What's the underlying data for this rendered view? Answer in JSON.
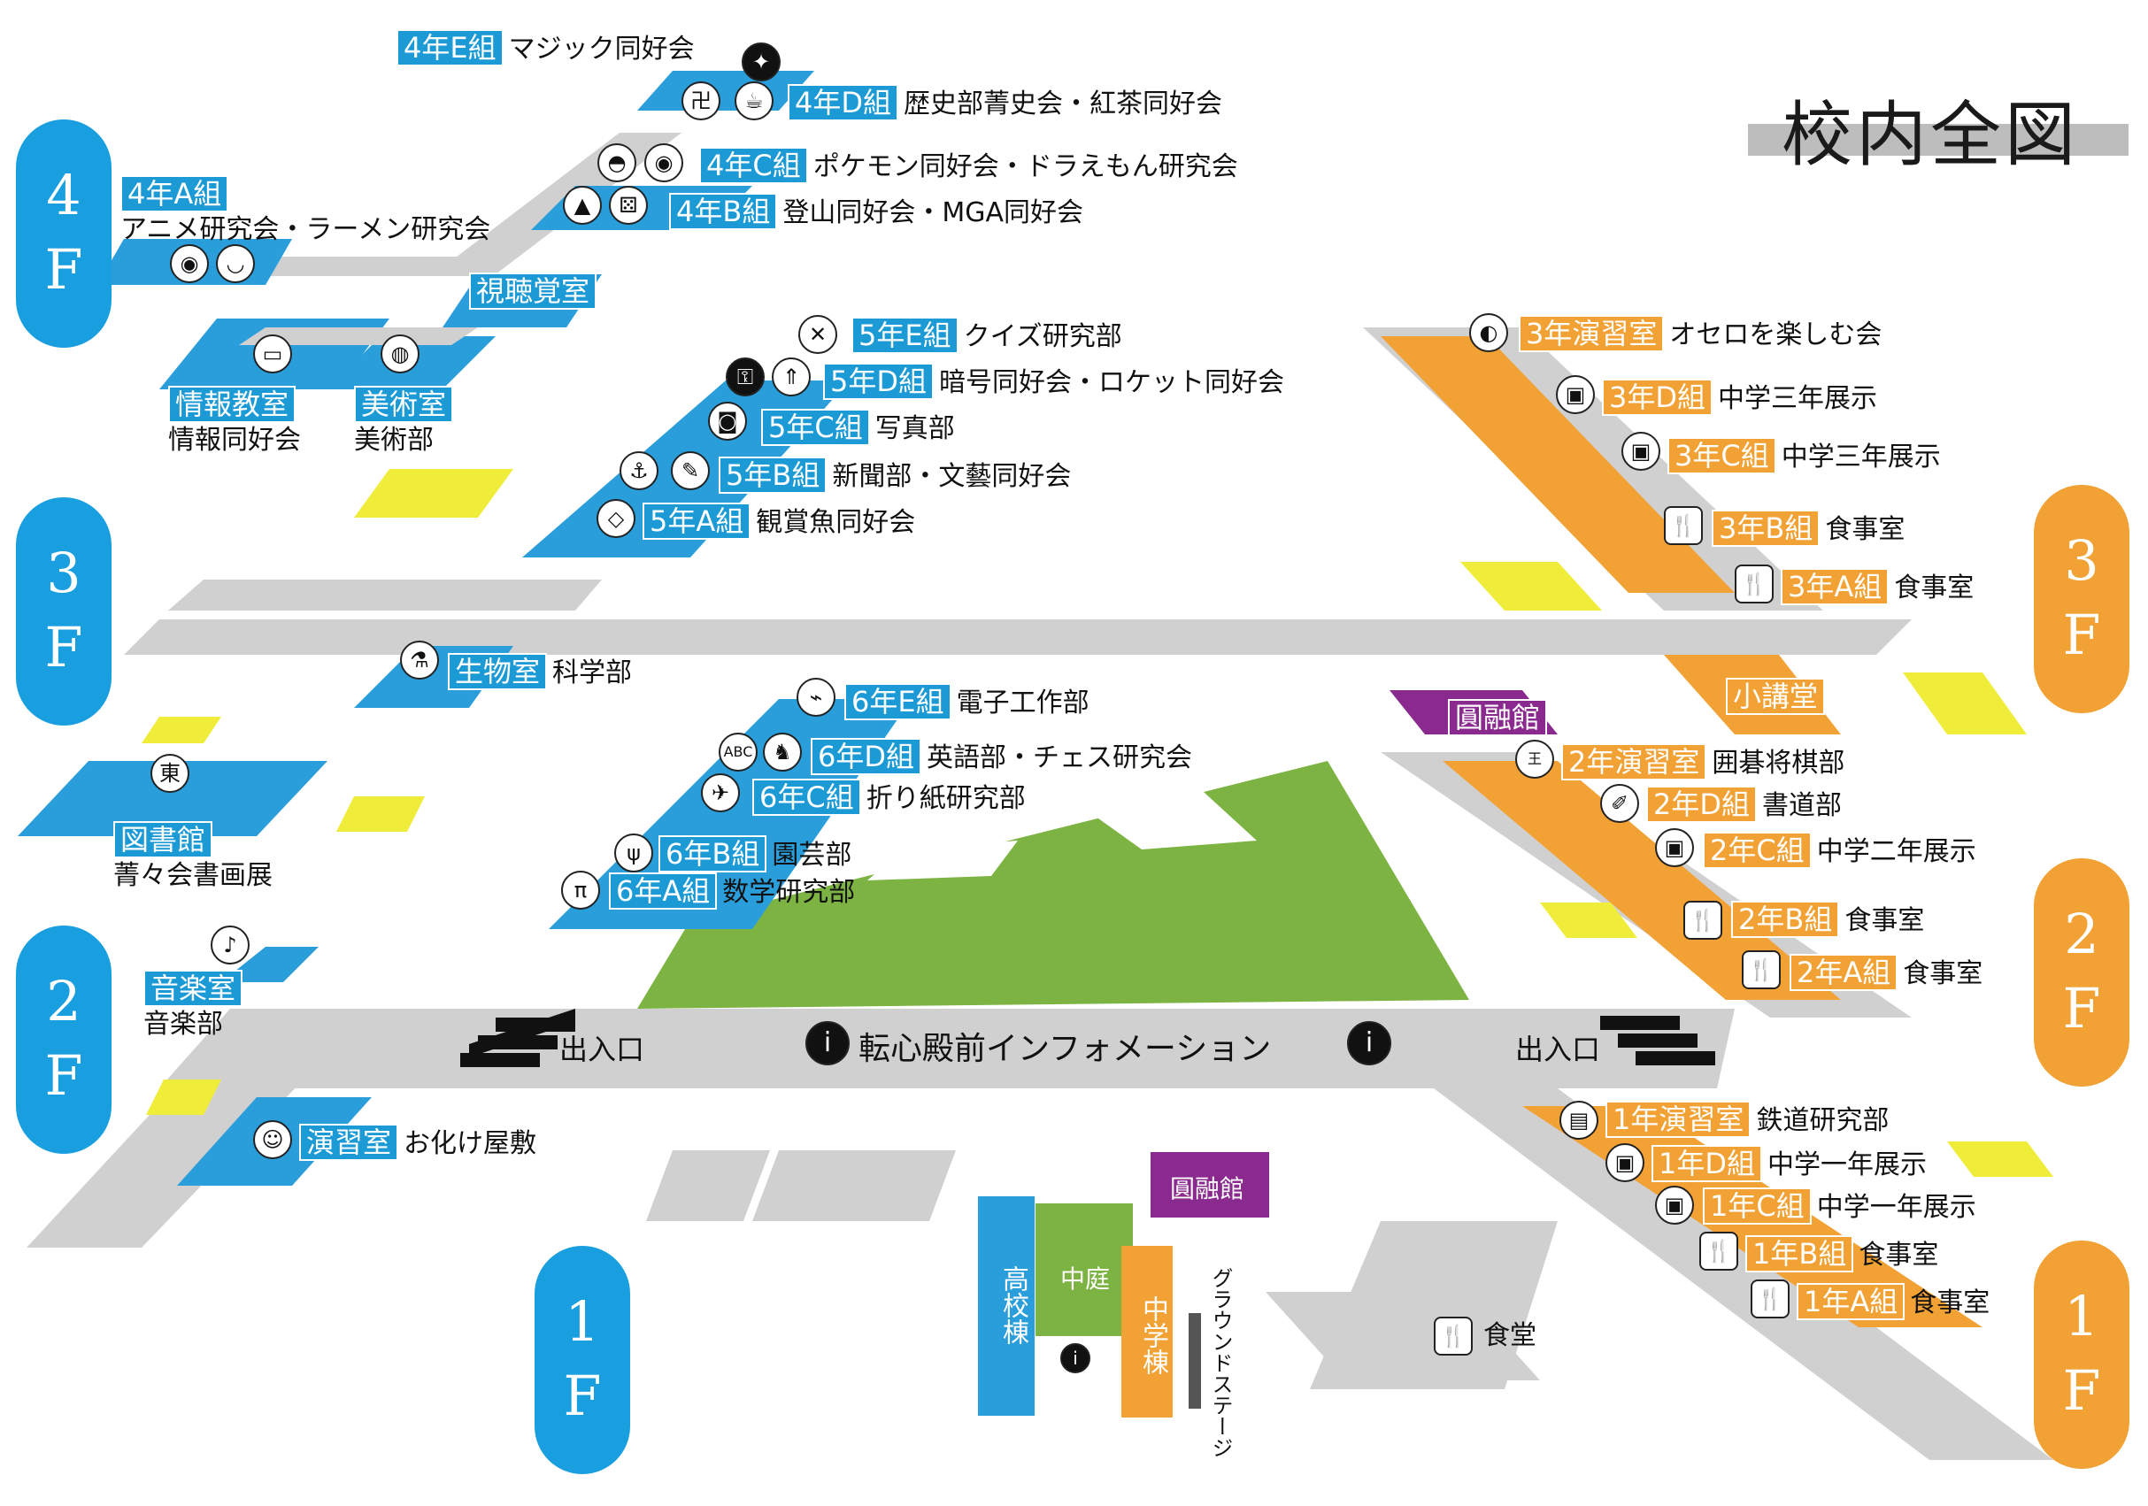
{
  "title": "校内全図",
  "floors": {
    "f4": {
      "num": "4",
      "letter": "F"
    },
    "f3": {
      "num": "3",
      "letter": "F"
    },
    "f2": {
      "num": "2",
      "letter": "F"
    },
    "f1": {
      "num": "1",
      "letter": "F"
    }
  },
  "rooms": {
    "r4e": {
      "tag": "4年E組",
      "club": "マジック同好会"
    },
    "r4d": {
      "tag": "4年D組",
      "club": "歴史部菁史会・紅茶同好会"
    },
    "r4c": {
      "tag": "4年C組",
      "club": "ポケモン同好会・ドラえもん研究会"
    },
    "r4b": {
      "tag": "4年B組",
      "club": "登山同好会・MGA同好会"
    },
    "r4a": {
      "tag": "4年A組",
      "club": "アニメ研究会・ラーメン研究会"
    },
    "av": {
      "tag": "視聴覚室"
    },
    "info": {
      "tag": "情報教室",
      "club": "情報同好会"
    },
    "art": {
      "tag": "美術室",
      "club": "美術部"
    },
    "r5e": {
      "tag": "5年E組",
      "club": "クイズ研究部"
    },
    "r5d": {
      "tag": "5年D組",
      "club": "暗号同好会・ロケット同好会"
    },
    "r5c": {
      "tag": "5年C組",
      "club": "写真部"
    },
    "r5b": {
      "tag": "5年B組",
      "club": "新聞部・文藝同好会"
    },
    "r5a": {
      "tag": "5年A組",
      "club": "観賞魚同好会"
    },
    "bio": {
      "tag": "生物室",
      "club": "科学部"
    },
    "library": {
      "tag": "図書館",
      "club": "菁々会書画展"
    },
    "r6e": {
      "tag": "6年E組",
      "club": "電子工作部"
    },
    "r6d": {
      "tag": "6年D組",
      "club": "英語部・チェス研究会"
    },
    "r6c": {
      "tag": "6年C組",
      "club": "折り紙研究部"
    },
    "r6b": {
      "tag": "6年B組",
      "club": "園芸部"
    },
    "r6a": {
      "tag": "6年A組",
      "club": "数学研究部"
    },
    "music": {
      "tag": "音楽室",
      "club": "音楽部"
    },
    "drill": {
      "tag": "演習室",
      "club": "お化け屋敷"
    },
    "j3drill": {
      "tag": "3年演習室",
      "club": "オセロを楽しむ会"
    },
    "j3d": {
      "tag": "3年D組",
      "club": "中学三年展示"
    },
    "j3c": {
      "tag": "3年C組",
      "club": "中学三年展示"
    },
    "j3b": {
      "tag": "3年B組",
      "club": "食事室"
    },
    "j3a": {
      "tag": "3年A組",
      "club": "食事室"
    },
    "small_hall": {
      "tag": "小講堂"
    },
    "enyuukan": {
      "tag": "圓融館"
    },
    "j2drill": {
      "tag": "2年演習室",
      "club": "囲碁将棋部"
    },
    "j2d": {
      "tag": "2年D組",
      "club": "書道部"
    },
    "j2c": {
      "tag": "2年C組",
      "club": "中学二年展示"
    },
    "j2b": {
      "tag": "2年B組",
      "club": "食事室"
    },
    "j2a": {
      "tag": "2年A組",
      "club": "食事室"
    },
    "j1drill": {
      "tag": "1年演習室",
      "club": "鉄道研究部"
    },
    "j1d": {
      "tag": "1年D組",
      "club": "中学一年展示"
    },
    "j1c": {
      "tag": "1年C組",
      "club": "中学一年展示"
    },
    "j1b": {
      "tag": "1年B組",
      "club": "食事室"
    },
    "j1a": {
      "tag": "1年A組",
      "club": "食事室"
    },
    "cafeteria": {
      "label": "食堂"
    }
  },
  "entrance": {
    "label": "出入口"
  },
  "info_center": "転心殿前インフォメーション",
  "site": {
    "high_school": "高校棟",
    "courtyard": "中庭",
    "junior_high": "中学棟",
    "enyuukan": "圓融館",
    "ground_stage": "グラウンドステージ"
  },
  "colors": {
    "high_school_blue": "#2a9ddb",
    "junior_high_orange": "#f2a134",
    "enyuukan_purple": "#8a2a8f",
    "courtyard_green": "#7cb342",
    "toilet_yellow": "#f0ec3a",
    "corridor_gray": "#d0d0d0"
  }
}
